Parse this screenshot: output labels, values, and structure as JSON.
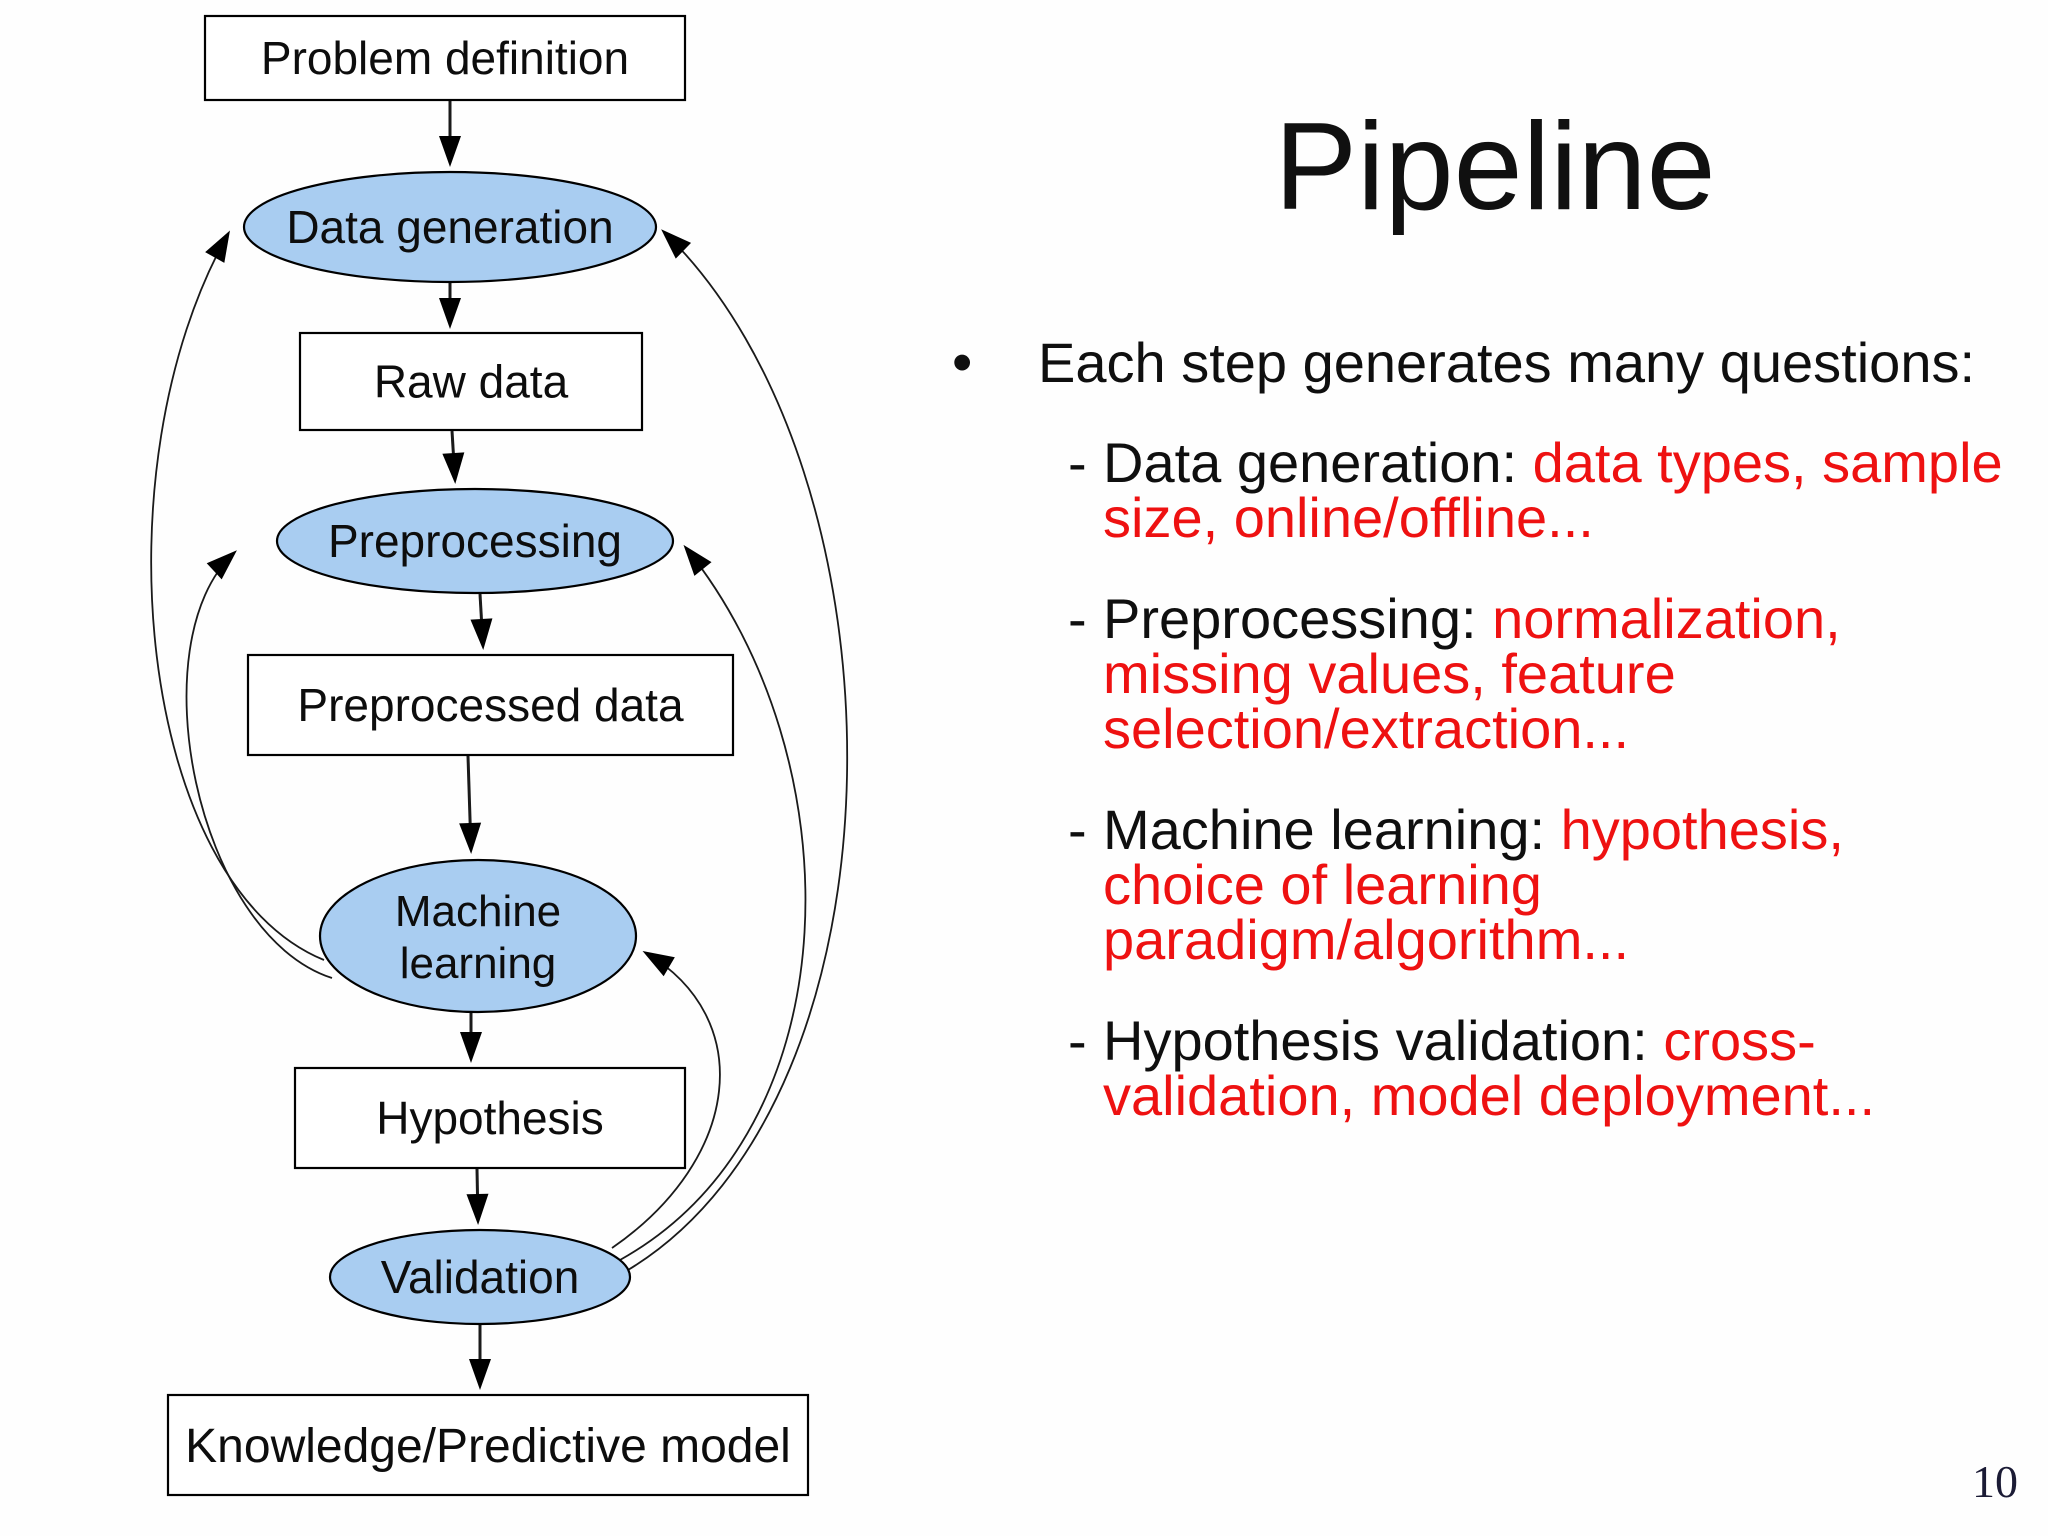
{
  "slide": {
    "title": "Pipeline",
    "page_number": "10"
  },
  "colors": {
    "accent_red": "#ee1111",
    "text_black": "#0f0f0f",
    "node_fill": "#a9cdf1",
    "node_stroke": "#000000",
    "edge": "#1a1a1a",
    "page_number": "#1b1b35"
  },
  "diagram": {
    "nodes": [
      {
        "id": "problem",
        "shape": "rect",
        "label": "Problem definition"
      },
      {
        "id": "datagen",
        "shape": "ellipse",
        "label": "Data generation"
      },
      {
        "id": "rawdata",
        "shape": "rect",
        "label": "Raw data"
      },
      {
        "id": "preproc",
        "shape": "ellipse",
        "label": "Preprocessing"
      },
      {
        "id": "prepdata",
        "shape": "rect",
        "label": "Preprocessed data"
      },
      {
        "id": "ml",
        "shape": "ellipse",
        "label": "Machine learning",
        "label_lines": [
          "Machine",
          "learning"
        ]
      },
      {
        "id": "hypo",
        "shape": "rect",
        "label": "Hypothesis"
      },
      {
        "id": "valid",
        "shape": "ellipse",
        "label": "Validation"
      },
      {
        "id": "knowledge",
        "shape": "rect",
        "label": "Knowledge/Predictive model"
      }
    ],
    "edges": [
      {
        "from": "problem",
        "to": "datagen",
        "kind": "flow"
      },
      {
        "from": "datagen",
        "to": "rawdata",
        "kind": "flow"
      },
      {
        "from": "rawdata",
        "to": "preproc",
        "kind": "flow"
      },
      {
        "from": "preproc",
        "to": "prepdata",
        "kind": "flow"
      },
      {
        "from": "prepdata",
        "to": "ml",
        "kind": "flow"
      },
      {
        "from": "ml",
        "to": "hypo",
        "kind": "flow"
      },
      {
        "from": "hypo",
        "to": "valid",
        "kind": "flow"
      },
      {
        "from": "valid",
        "to": "knowledge",
        "kind": "flow"
      },
      {
        "from": "ml",
        "to": "datagen",
        "kind": "feedback"
      },
      {
        "from": "ml",
        "to": "preproc",
        "kind": "feedback"
      },
      {
        "from": "valid",
        "to": "ml",
        "kind": "feedback"
      },
      {
        "from": "valid",
        "to": "preproc",
        "kind": "feedback"
      },
      {
        "from": "valid",
        "to": "datagen",
        "kind": "feedback"
      }
    ]
  },
  "content": {
    "bullet": "Each step generates many questions:",
    "items": [
      {
        "lines": [
          [
            {
              "t": "Data generation: ",
              "red": false
            },
            {
              "t": "data types, sample",
              "red": true
            }
          ],
          [
            {
              "t": "size, online/offline...",
              "red": true
            }
          ]
        ]
      },
      {
        "lines": [
          [
            {
              "t": "Preprocessing: ",
              "red": false
            },
            {
              "t": "normalization,",
              "red": true
            }
          ],
          [
            {
              "t": "missing values, feature",
              "red": true
            }
          ],
          [
            {
              "t": "selection/extraction...",
              "red": true
            }
          ]
        ]
      },
      {
        "lines": [
          [
            {
              "t": "Machine learning: ",
              "red": false
            },
            {
              "t": "hypothesis,",
              "red": true
            }
          ],
          [
            {
              "t": "choice of learning",
              "red": true
            }
          ],
          [
            {
              "t": "paradigm/algorithm...",
              "red": true
            }
          ]
        ]
      },
      {
        "lines": [
          [
            {
              "t": "Hypothesis validation: ",
              "red": false
            },
            {
              "t": "cross-",
              "red": true
            }
          ],
          [
            {
              "t": "validation, model deployment...",
              "red": true
            }
          ]
        ]
      }
    ]
  }
}
